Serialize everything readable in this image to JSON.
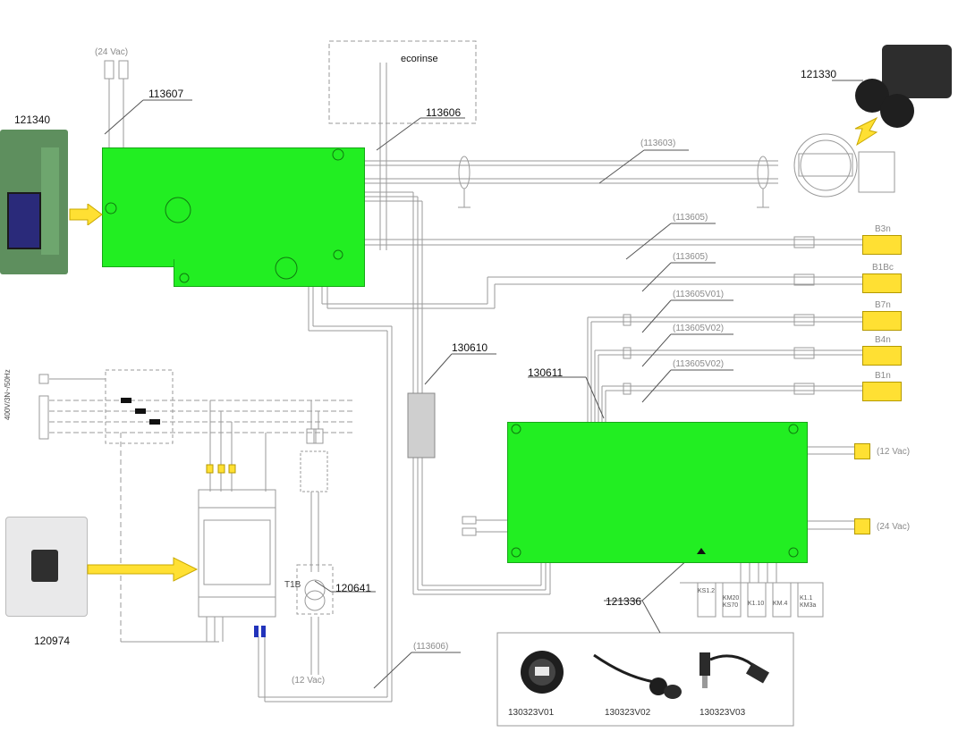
{
  "diagram": {
    "ref_labels": {
      "r121340": "121340",
      "r113607": "113607",
      "r113606": "113606",
      "r121330": "121330",
      "r130610": "130610",
      "r130611": "130611",
      "r120641": "120641",
      "r120974": "120974",
      "r121336": "121336"
    },
    "grey_labels": {
      "v24_top": "(24 Vac)",
      "c113603": "(113603)",
      "c113605a": "(113605)",
      "c113605b": "(113605)",
      "c113605v01": "(113605V01)",
      "c113605v02a": "(113605V02)",
      "c113605v02b": "(113605V02)",
      "c113606": "(113606)",
      "v12_right": "(12 Vac)",
      "v24_right": "(24 Vac)",
      "v12_bottom": "(12 Vac)"
    },
    "ecorinse": "ecorinse",
    "supply": "400V/3N~/50Hz",
    "transformer": "T1B",
    "probes": [
      "B3n",
      "B1Bc",
      "B7n",
      "B4n",
      "B1n"
    ],
    "usb_parts": [
      "130323V01",
      "130323V02",
      "130323V03"
    ],
    "relays": [
      "KS1.2",
      "KM20 KS70",
      "K1.10",
      "KM.4",
      "K1.1 KM3a"
    ]
  }
}
